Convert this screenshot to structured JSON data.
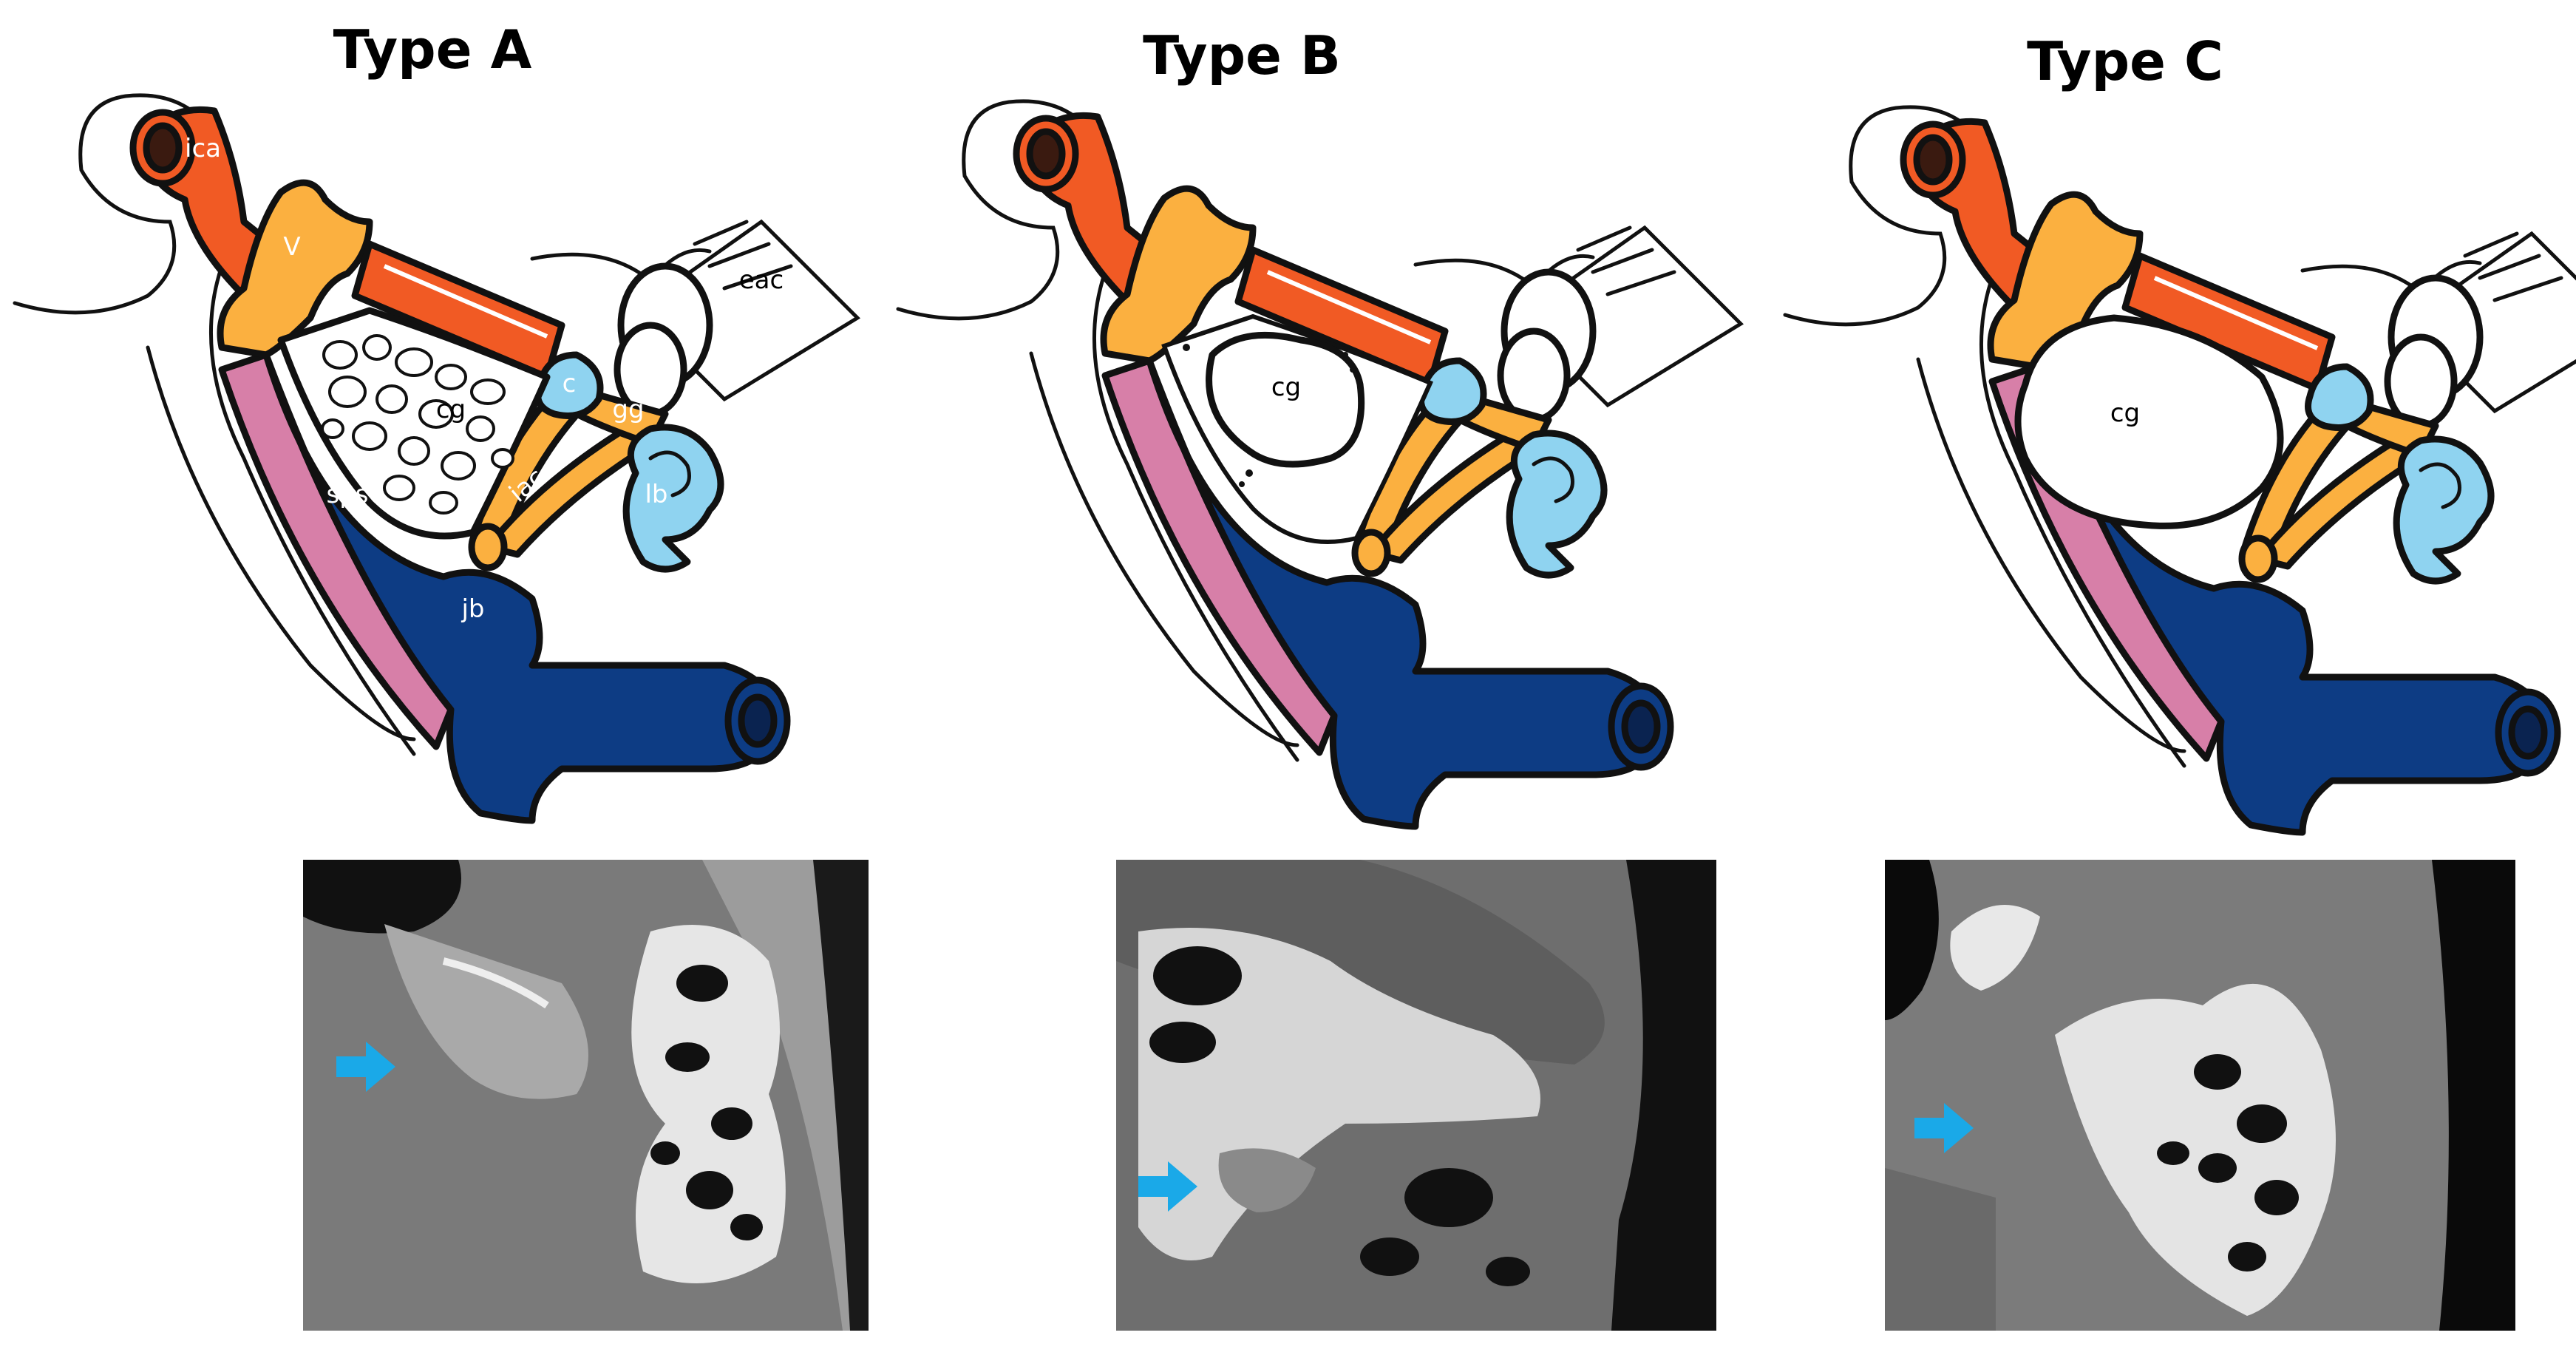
{
  "panels": [
    {
      "title": "Type A",
      "labels": {
        "ica": "ica",
        "v": "V",
        "eac": "eac",
        "c": "c",
        "gg": "gg",
        "cg": "cg",
        "iac": "iac",
        "lb": "lb",
        "sps": "sps",
        "jb": "jb"
      }
    },
    {
      "title": "Type B",
      "labels": {
        "cg": "cg"
      }
    },
    {
      "title": "Type C",
      "labels": {
        "cg": "cg"
      }
    }
  ],
  "colors": {
    "ica": "#f15a24",
    "trigeminal": "#fbb040",
    "vein": "#0d3c84",
    "sinus": "#d77fa8",
    "inner_ear": "#8fd3f0",
    "arrow": "#1aa9e8",
    "ct_bg": "#7d7d7d"
  },
  "icons": [
    "arrow-right-icon"
  ]
}
